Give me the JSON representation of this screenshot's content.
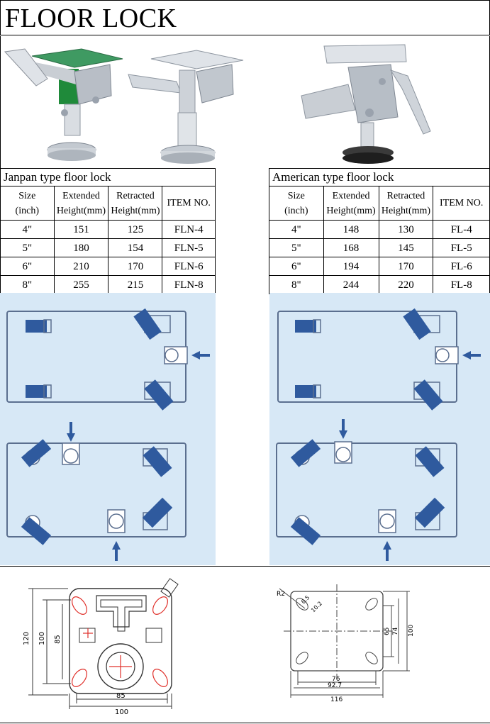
{
  "page": {
    "title": "FLOOR LOCK"
  },
  "colors": {
    "diagram_bg": "#d7e8f6",
    "wheel_blue": "#2f5a9e",
    "outline": "#5b6f8f",
    "drawing_red": "#e0302a"
  },
  "japan_table": {
    "title": "Janpan type floor lock",
    "headers": {
      "size_line1": "Size",
      "size_line2": "(inch)",
      "extended_line1": "Extended",
      "extended_line2": "Height(mm)",
      "retracted_line1": "Retracted",
      "retracted_line2": "Height(mm)",
      "item": "ITEM NO."
    },
    "rows": [
      {
        "size": "4\"",
        "extended": "151",
        "retracted": "125",
        "item": "FLN-4"
      },
      {
        "size": "5\"",
        "extended": "180",
        "retracted": "154",
        "item": "FLN-5"
      },
      {
        "size": "6\"",
        "extended": "210",
        "retracted": "170",
        "item": "FLN-6"
      },
      {
        "size": "8\"",
        "extended": "255",
        "retracted": "215",
        "item": "FLN-8"
      }
    ]
  },
  "american_table": {
    "title": "American type floor lock",
    "headers": {
      "size_line1": "Size",
      "size_line2": "(inch)",
      "extended_line1": "Extended",
      "extended_line2": "Height(mm)",
      "retracted_line1": "Retracted",
      "retracted_line2": "Height(mm)",
      "item": "ITEM NO."
    },
    "rows": [
      {
        "size": "4\"",
        "extended": "148",
        "retracted": "130",
        "item": "FL-4"
      },
      {
        "size": "5\"",
        "extended": "168",
        "retracted": "145",
        "item": "FL-5"
      },
      {
        "size": "6\"",
        "extended": "194",
        "retracted": "170",
        "item": "FL-6"
      },
      {
        "size": "8\"",
        "extended": "244",
        "retracted": "220",
        "item": "FL-8"
      }
    ]
  },
  "japan_drawing": {
    "dims": {
      "overall_height": "120",
      "inner_height": "100",
      "hole_height": "85",
      "hole_width": "85",
      "overall_width": "100"
    }
  },
  "american_drawing": {
    "dims": {
      "radius": "R2",
      "slot_a": "6.5",
      "slot_b": "10.2",
      "hole_width": "76",
      "mid_width": "92.7",
      "overall_width": "116",
      "hole_height": "65",
      "mid_height": "74",
      "overall_height": "100"
    }
  }
}
